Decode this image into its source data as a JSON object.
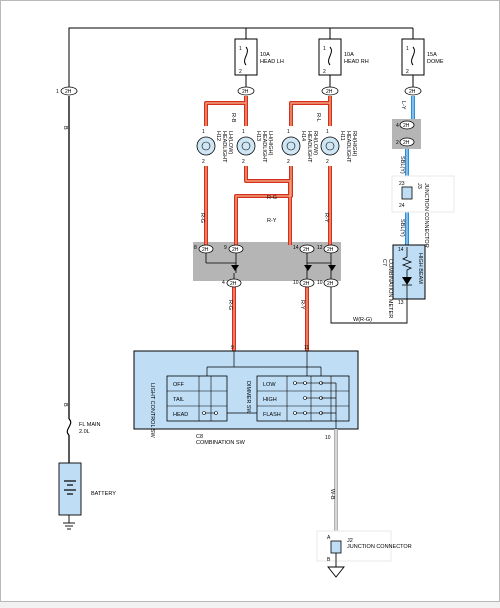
{
  "fuses": [
    {
      "pin_top": "1",
      "pin_bot": "2",
      "rating": "10A",
      "name": "HEAD LH"
    },
    {
      "pin_top": "1",
      "pin_bot": "2",
      "rating": "10A",
      "name": "HEAD RH"
    },
    {
      "pin_top": "1",
      "pin_bot": "2",
      "rating": "15A",
      "name": "DOME"
    }
  ],
  "connector_tag": "2H",
  "left_pin": "1",
  "wires": {
    "b_upper": "B",
    "b_lower": "B",
    "rb": "R-B",
    "rl": "R-L",
    "ly": "L-Y",
    "sbly_1": "SBL(Y)",
    "sbly_2": "SBL(Y)",
    "rg_h": "R-G",
    "ry_h": "R-Y",
    "rg_v": "R-G",
    "ry_v": "R-Y",
    "rg_low": "R-G",
    "ry_low": "R-Y",
    "wrg": "W(R-G)",
    "wb": "W-B"
  },
  "headlights": [
    {
      "id": "H12",
      "name": "HEADLIGHT",
      "side": "LH(LOW)"
    },
    {
      "id": "H13",
      "name": "HEADLIGHT",
      "side": "LH(HIGH)"
    },
    {
      "id": "H14",
      "name": "HEADLIGHT",
      "side": "RH(LOW)"
    },
    {
      "id": "H11",
      "name": "HEADLIGHT",
      "side": "RH(HIGH)"
    }
  ],
  "small_pins": {
    "one": "1",
    "two": "2"
  },
  "dome_branch_pins": {
    "top": "4",
    "bottom": "2"
  },
  "junction_j3": {
    "id": "J3",
    "label": "JUNCTION CONNECTOR",
    "pin_top": "23",
    "pin_bot": "24"
  },
  "meter": {
    "id": "C7",
    "label": "COMBINATION METER",
    "inner": "HIGH BEAM",
    "pin_top": "14",
    "pin_bot": "13"
  },
  "relay_pins": {
    "p8": "8",
    "p9": "9",
    "p14": "14",
    "p12": "12",
    "p4": "4",
    "p10a": "10",
    "p10b": "10"
  },
  "switch_pins": {
    "p9": "9",
    "p11": "11",
    "p10": "10"
  },
  "light_control": {
    "label": "LIGHT CONTROL SW",
    "rows": [
      "OFF",
      "TAIL",
      "HEAD"
    ]
  },
  "dimmer": {
    "label": "DIMMER SW",
    "rows": [
      "LOW",
      "HIGH",
      "FLASH"
    ]
  },
  "switch_title": {
    "id": "C8",
    "name": "COMBINATION SW"
  },
  "fuse_main": {
    "name": "FL MAIN",
    "rating": "2.0L"
  },
  "battery": {
    "label": "BATTERY"
  },
  "junction_j2": {
    "id": "J2",
    "label": "JUNCTION CONNECTOR",
    "pin_top": "A",
    "pin_bot": "B"
  }
}
